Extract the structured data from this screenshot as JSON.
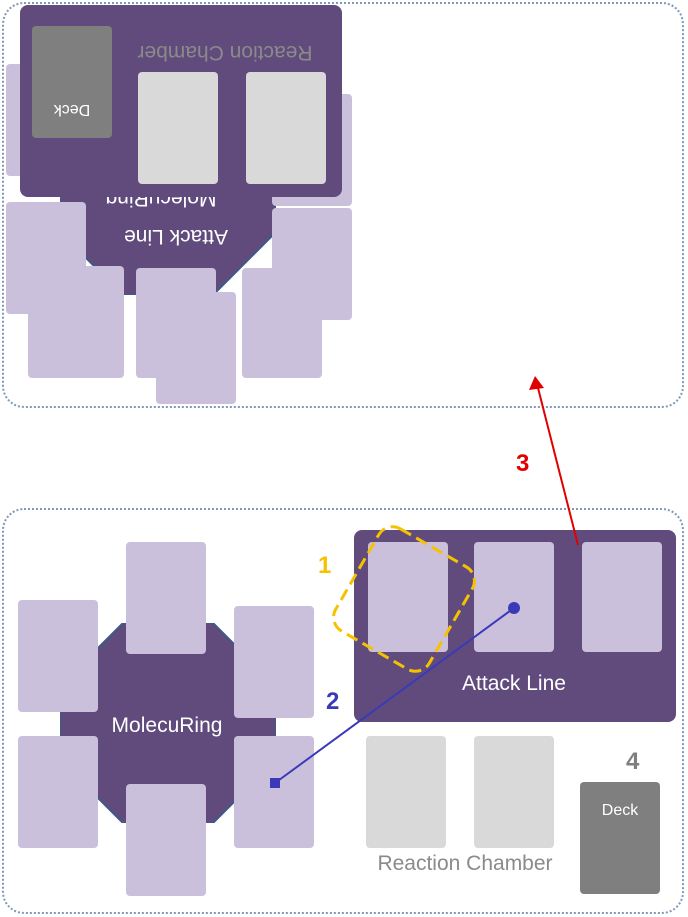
{
  "opponent_board": {
    "ring_label": "MolecuRing",
    "attack_label": "Attack Line",
    "reaction_label": "Reaction Chamber",
    "deck_label": "Deck"
  },
  "player_board": {
    "ring_label": "MolecuRing",
    "attack_label": "Attack Line",
    "reaction_label": "Reaction Chamber",
    "deck_label": "Deck"
  },
  "steps": [
    {
      "label": "1",
      "color": "#f5c200"
    },
    {
      "label": "2",
      "color": "#3a3ab8"
    },
    {
      "label": "3",
      "color": "#e00000"
    },
    {
      "label": "4",
      "color": "#7f7f7f"
    }
  ],
  "colors": {
    "panel": "#604b7c",
    "ring_card": "#cbc0dc",
    "reaction_card": "#d9d9d9",
    "deck": "#7f7f7f",
    "board_border": "#7f9ab8"
  }
}
